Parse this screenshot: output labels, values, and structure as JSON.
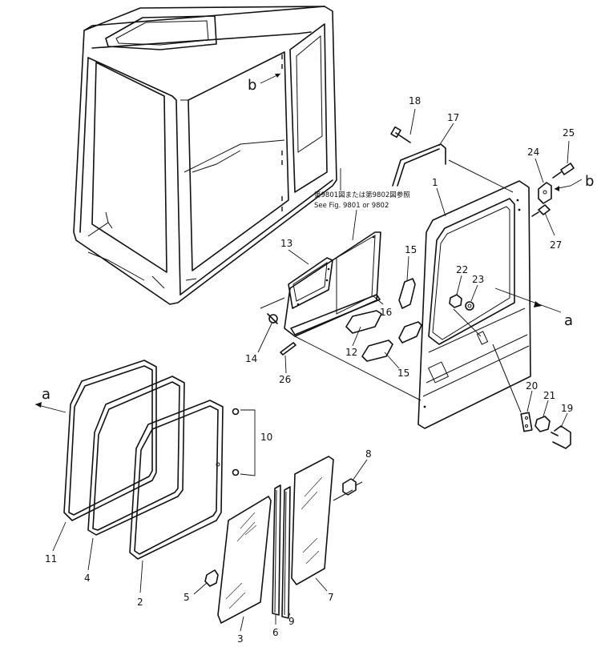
{
  "note": {
    "line1": "第9801図または第9802図参照",
    "line2": "See Fig. 9801 or 9802"
  },
  "arrows": {
    "a_left": "a",
    "a_right": "a",
    "b_top": "b",
    "b_right": "b"
  },
  "callouts": {
    "p1": "1",
    "p2": "2",
    "p3": "3",
    "p4": "4",
    "p5": "5",
    "p6": "6",
    "p7": "7",
    "p8": "8",
    "p9": "9",
    "p10": "10",
    "p11": "11",
    "p12": "12",
    "p13": "13",
    "p14": "14",
    "p15a": "15",
    "p15b": "15",
    "p16": "16",
    "p17": "17",
    "p18": "18",
    "p19": "19",
    "p20": "20",
    "p21": "21",
    "p22": "22",
    "p23": "23",
    "p24": "24",
    "p25": "25",
    "p26": "26",
    "p27": "27"
  }
}
